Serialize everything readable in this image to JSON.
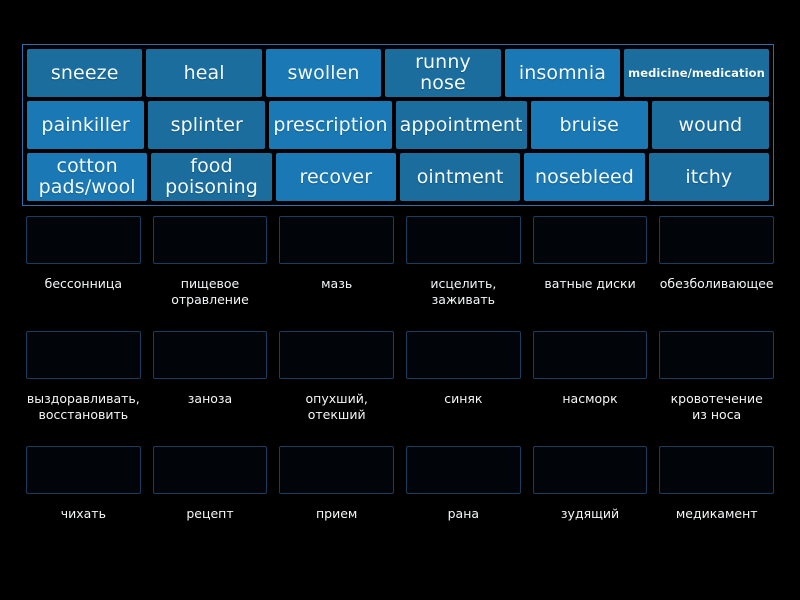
{
  "activity": {
    "type": "match-up",
    "colors": {
      "page_background": "#000000",
      "tile_fill": "#1a79b5",
      "tile_fill_alt": "#1b6d9e",
      "tile_text": "#f2fbff",
      "bank_border": "#2e6da8",
      "dropzone_border": "#1b3d5c",
      "label_text": "#f4f6f8"
    }
  },
  "tile_bank": {
    "rows": [
      [
        {
          "label": "sneeze",
          "size": "normal",
          "shade": "alt"
        },
        {
          "label": "heal",
          "size": "normal",
          "shade": "alt"
        },
        {
          "label": "swollen",
          "size": "normal",
          "shade": "normal"
        },
        {
          "label": "runny nose",
          "size": "normal",
          "shade": "alt"
        },
        {
          "label": "insomnia",
          "size": "normal",
          "shade": "normal"
        },
        {
          "label": "medicine/medication",
          "size": "small",
          "shade": "alt"
        }
      ],
      [
        {
          "label": "painkiller",
          "size": "normal",
          "shade": "normal"
        },
        {
          "label": "splinter",
          "size": "normal",
          "shade": "alt"
        },
        {
          "label": "prescription",
          "size": "normal",
          "shade": "normal"
        },
        {
          "label": "appointment",
          "size": "normal",
          "shade": "alt"
        },
        {
          "label": "bruise",
          "size": "normal",
          "shade": "normal"
        },
        {
          "label": "wound",
          "size": "normal",
          "shade": "alt"
        }
      ],
      [
        {
          "label": "cotton\npads/wool",
          "size": "normal",
          "shade": "normal"
        },
        {
          "label": "food\npoisoning",
          "size": "normal",
          "shade": "alt"
        },
        {
          "label": "recover",
          "size": "normal",
          "shade": "normal"
        },
        {
          "label": "ointment",
          "size": "normal",
          "shade": "alt"
        },
        {
          "label": "nosebleed",
          "size": "normal",
          "shade": "normal"
        },
        {
          "label": "itchy",
          "size": "normal",
          "shade": "alt"
        }
      ]
    ]
  },
  "answer_grid": {
    "rows": [
      [
        {
          "label": "бессонница",
          "dropped": ""
        },
        {
          "label": "пищевое\nотравление",
          "dropped": ""
        },
        {
          "label": "мазь",
          "dropped": ""
        },
        {
          "label": "исцелить,\nзаживать",
          "dropped": ""
        },
        {
          "label": "ватные диски",
          "dropped": ""
        },
        {
          "label": "обезболивающее",
          "dropped": ""
        }
      ],
      [
        {
          "label": "выздоравливать,\nвосстановить",
          "dropped": ""
        },
        {
          "label": "заноза",
          "dropped": ""
        },
        {
          "label": "опухший,\nотекший",
          "dropped": ""
        },
        {
          "label": "синяк",
          "dropped": ""
        },
        {
          "label": "насморк",
          "dropped": ""
        },
        {
          "label": "кровотечение\nиз носа",
          "dropped": ""
        }
      ],
      [
        {
          "label": "чихать",
          "dropped": ""
        },
        {
          "label": "рецепт",
          "dropped": ""
        },
        {
          "label": "прием",
          "dropped": ""
        },
        {
          "label": "рана",
          "dropped": ""
        },
        {
          "label": "зудящий",
          "dropped": ""
        },
        {
          "label": "медикамент",
          "dropped": ""
        }
      ]
    ]
  }
}
